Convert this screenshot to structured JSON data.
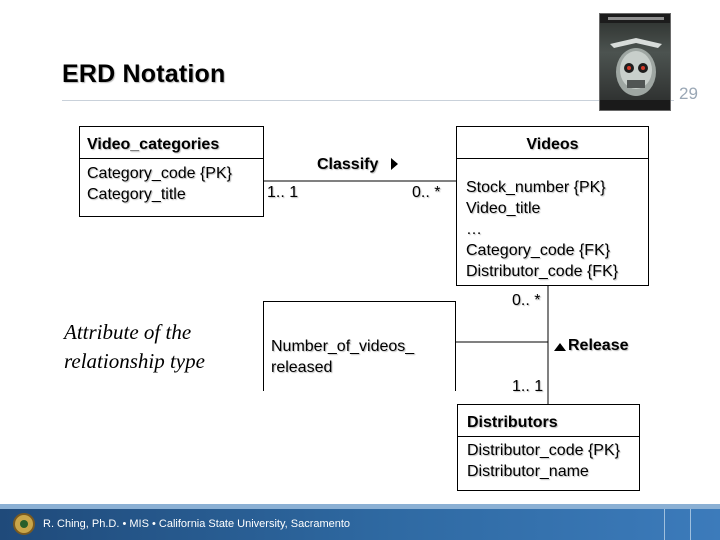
{
  "slide": {
    "title": "ERD Notation",
    "number": "29"
  },
  "entities": {
    "video_categories": {
      "name": "Video_categories",
      "attributes": [
        "Category_code {PK}",
        "Category_title"
      ]
    },
    "videos": {
      "name": "Videos",
      "attributes": [
        "Stock_number {PK}",
        "Video_title",
        "…",
        "Category_code {FK}",
        "Distributor_code {FK}"
      ]
    },
    "distributors": {
      "name": "Distributors",
      "attributes": [
        "Distributor_code {PK}",
        "Distributor_name"
      ]
    }
  },
  "relationships": {
    "classify": {
      "name": "Classify",
      "left_multiplicity": "1.. 1",
      "right_multiplicity": "0.. *"
    },
    "release": {
      "name": "Release",
      "top_multiplicity": "0.. *",
      "bottom_multiplicity": "1.. 1",
      "attribute_lines": [
        "Number_of_videos_",
        "released"
      ]
    }
  },
  "note": {
    "lines": [
      "Attribute of the",
      "relationship type"
    ]
  },
  "footer": {
    "text": "R. Ching, Ph.D. • MIS • California State University, Sacramento"
  }
}
